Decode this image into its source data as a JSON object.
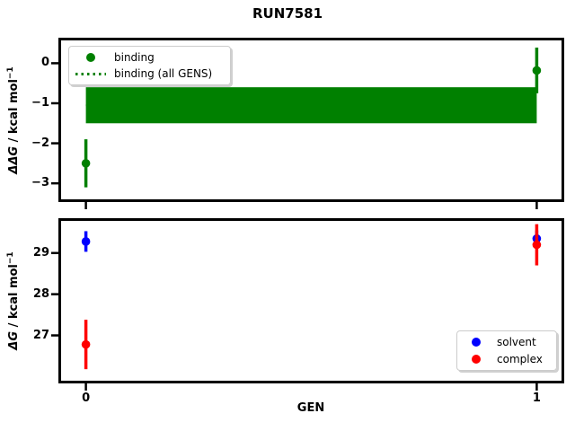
{
  "chart_data": [
    {
      "type": "scatter",
      "title": "RUN7581",
      "panel": "binding",
      "ylabel": {
        "math": "ΔΔG",
        "rest": " / kcal mol",
        "sup": "−1"
      },
      "xlim": [
        -0.055,
        1.055
      ],
      "ylim": [
        -3.4,
        0.57
      ],
      "grid": false,
      "yticks": [
        {
          "value": 0,
          "label": "0"
        },
        {
          "value": -1,
          "label": "−1"
        },
        {
          "value": -2,
          "label": "−2"
        },
        {
          "value": -3,
          "label": "−3"
        }
      ],
      "xticks": [
        {
          "value": 0,
          "label": "0"
        },
        {
          "value": 1,
          "label": "1"
        }
      ],
      "show_xtick_labels": false,
      "series": [
        {
          "name": "binding",
          "color": "#008000",
          "marker": "circle",
          "points": [
            {
              "x": 0,
              "y": -2.5,
              "yerr": 0.6
            },
            {
              "x": 1,
              "y": -0.18,
              "yerr": 0.57
            }
          ]
        }
      ],
      "band": {
        "name": "binding (all GENS)",
        "color": "#008000",
        "linestyle": "dotted",
        "x0": 0,
        "x1": 1,
        "y0": -1.5,
        "y1": -0.6,
        "center": -1.05
      },
      "legend": {
        "position": "upper-left",
        "items": [
          {
            "label": "binding",
            "handle": "dot",
            "color": "#008000"
          },
          {
            "label": "binding (all GENS)",
            "handle": "dotted-line",
            "color": "#008000"
          }
        ]
      }
    },
    {
      "type": "scatter",
      "panel": "free-energy-components",
      "ylabel": {
        "math": "ΔG",
        "rest": " / kcal mol",
        "sup": "−1"
      },
      "xlabel": "GEN",
      "xlim": [
        -0.055,
        1.055
      ],
      "ylim": [
        25.9,
        29.78
      ],
      "grid": false,
      "yticks": [
        {
          "value": 29,
          "label": "29"
        },
        {
          "value": 28,
          "label": "28"
        },
        {
          "value": 27,
          "label": "27"
        }
      ],
      "xticks": [
        {
          "value": 0,
          "label": "0"
        },
        {
          "value": 1,
          "label": "1"
        }
      ],
      "show_xtick_labels": true,
      "series": [
        {
          "name": "solvent",
          "color": "#0000ff",
          "marker": "circle",
          "points": [
            {
              "x": 0,
              "y": 29.28,
              "yerr": 0.25
            },
            {
              "x": 1,
              "y": 29.35,
              "yerr": 0.2
            }
          ]
        },
        {
          "name": "complex",
          "color": "#ff0000",
          "marker": "circle",
          "points": [
            {
              "x": 0,
              "y": 26.78,
              "yerr": 0.6
            },
            {
              "x": 1,
              "y": 29.2,
              "yerr": 0.5
            }
          ]
        }
      ],
      "legend": {
        "position": "lower-right",
        "items": [
          {
            "label": "solvent",
            "handle": "dot",
            "color": "#0000ff"
          },
          {
            "label": "complex",
            "handle": "dot",
            "color": "#ff0000"
          }
        ]
      }
    }
  ]
}
